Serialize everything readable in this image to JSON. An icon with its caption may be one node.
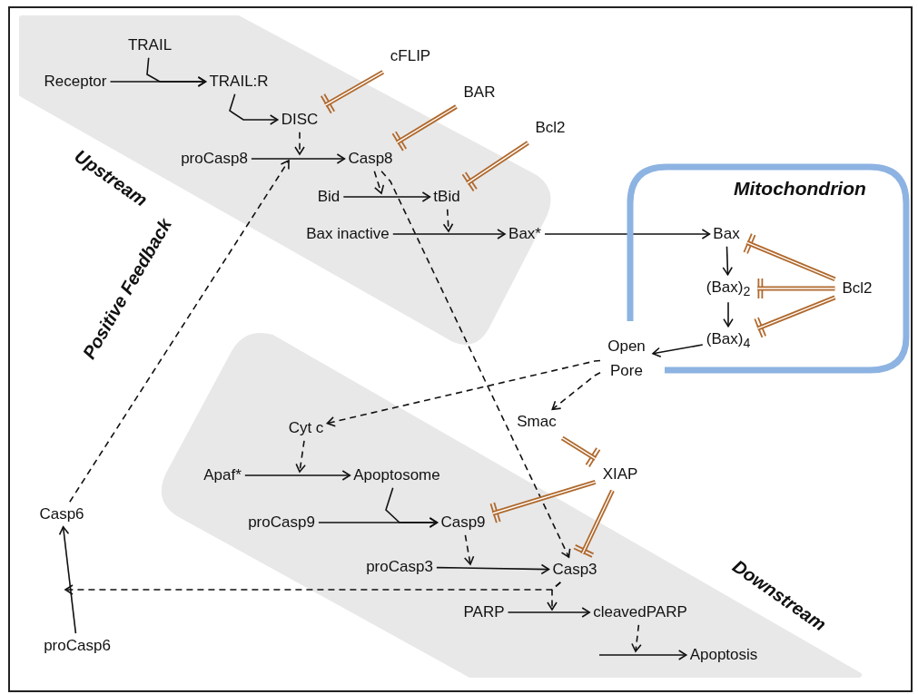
{
  "diagram": {
    "nodes": [
      {
        "text": [
          "TRAIL"
        ]
      },
      {
        "text": [
          "Receptor"
        ]
      },
      {
        "text": [
          "TRAIL:R"
        ]
      },
      {
        "text": [
          "cFLIP"
        ]
      },
      {
        "text": [
          "DISC"
        ]
      },
      {
        "text": [
          "BAR"
        ]
      },
      {
        "text": [
          "Bcl2"
        ]
      },
      {
        "text": [
          "proCasp8"
        ]
      },
      {
        "text": [
          "Casp8"
        ]
      },
      {
        "text": [
          "Bid"
        ]
      },
      {
        "text": [
          "tBid"
        ]
      },
      {
        "text": [
          "Bax inactive"
        ]
      },
      {
        "text": [
          "Bax*"
        ]
      },
      {
        "text": [
          "Mitochondrion"
        ]
      },
      {
        "text": [
          "Bax"
        ],
        "in": 13
      },
      {
        "text": [
          "(Bax)$_{2}$"
        ],
        "in": 13
      },
      {
        "text": [
          "Bcl2"
        ],
        "in": 13
      },
      {
        "text": [
          "(Bax)$_{4}$"
        ],
        "in": 13
      },
      {
        "text": [
          "Open Pore"
        ]
      },
      {
        "text": [
          "Cyt c"
        ]
      },
      {
        "text": [
          "Smac"
        ]
      },
      {
        "text": [
          "Apaf*"
        ]
      },
      {
        "text": [
          "Apoptosome"
        ]
      },
      {
        "text": [
          "XIAP"
        ]
      },
      {
        "text": [
          "proCasp9"
        ]
      },
      {
        "text": [
          "Casp9"
        ]
      },
      {
        "text": [
          "Casp6"
        ]
      },
      {
        "text": [
          "proCasp3"
        ]
      },
      {
        "text": [
          "Casp3"
        ]
      },
      {
        "text": [
          "PARP"
        ]
      },
      {
        "text": [
          "cleavedPARP"
        ]
      },
      {
        "text": [
          "Apoptosis"
        ]
      },
      {
        "text": [
          "proCasp6"
        ]
      }
    ],
    "edges": [
      {
        "from": 1,
        "to": 2,
        "arrow": "to"
      },
      {
        "from": 0,
        "to": 2,
        "arrow": "to"
      },
      {
        "from": 2,
        "to": 4,
        "arrow": "to"
      },
      {
        "from": 4,
        "to": null,
        "arrow": "to",
        "style": "dashed"
      },
      {
        "from": 7,
        "to": 8,
        "arrow": "to"
      },
      {
        "from": 26,
        "to": null,
        "arrow": "to",
        "style": "dashed"
      },
      {
        "from": 3,
        "to": 4,
        "arrow": "other",
        "style": "thick",
        "color": "#b0692d"
      },
      {
        "from": 5,
        "to": 8,
        "arrow": "other",
        "style": "thick",
        "color": "#b0692d"
      },
      {
        "from": 6,
        "to": 10,
        "arrow": "other",
        "style": "thick",
        "color": "#b0692d"
      },
      {
        "from": 8,
        "to": null,
        "arrow": "to",
        "style": "dashed"
      },
      {
        "from": 8,
        "to": 28,
        "arrow": "to",
        "style": "dashed"
      },
      {
        "from": 9,
        "to": 10,
        "arrow": "to"
      },
      {
        "from": 10,
        "to": null,
        "arrow": "to",
        "style": "dashed"
      },
      {
        "from": 11,
        "to": 12,
        "arrow": "to"
      },
      {
        "from": 12,
        "to": 14,
        "arrow": "to"
      },
      {
        "from": 14,
        "to": 15,
        "arrow": "to"
      },
      {
        "from": 15,
        "to": 17,
        "arrow": "to"
      },
      {
        "from": 16,
        "to": 14,
        "arrow": "other",
        "style": "thick",
        "color": "#b0692d"
      },
      {
        "from": 16,
        "to": 15,
        "arrow": "other",
        "style": "thick",
        "color": "#b0692d"
      },
      {
        "from": 16,
        "to": 17,
        "arrow": "other",
        "style": "thick",
        "color": "#b0692d"
      },
      {
        "from": 17,
        "to": 18,
        "arrow": "to"
      },
      {
        "from": 18,
        "to": 19,
        "arrow": "to",
        "style": "dashed"
      },
      {
        "from": 18,
        "to": 20,
        "arrow": "to",
        "style": "dashed"
      },
      {
        "from": 19,
        "to": null,
        "arrow": "to",
        "style": "dashed"
      },
      {
        "from": 21,
        "to": 22,
        "arrow": "to"
      },
      {
        "from": 20,
        "to": 23,
        "arrow": "other",
        "style": "thick",
        "color": "#b0692d"
      },
      {
        "from": 23,
        "to": 25,
        "arrow": "other",
        "style": "thick",
        "color": "#b0692d"
      },
      {
        "from": 23,
        "to": 28,
        "arrow": "other",
        "style": "thick",
        "color": "#b0692d"
      },
      {
        "from": 24,
        "to": 25,
        "arrow": "to"
      },
      {
        "from": 22,
        "to": 25,
        "arrow": "to"
      },
      {
        "from": 25,
        "to": null,
        "arrow": "to",
        "style": "dashed"
      },
      {
        "from": 27,
        "to": 28,
        "arrow": "to"
      },
      {
        "from": 28,
        "to": null,
        "arrow": "to",
        "style": "dashed"
      },
      {
        "from": 28,
        "to": null,
        "arrow": "to",
        "style": "dashed"
      },
      {
        "from": 29,
        "to": 30,
        "arrow": "to"
      },
      {
        "from": 30,
        "to": null,
        "arrow": "to",
        "style": "dashed"
      },
      {
        "from": null,
        "to": 31,
        "arrow": "to"
      },
      {
        "from": 32,
        "to": 26,
        "arrow": "to"
      }
    ],
    "labels": [
      "Upstream",
      "Positive Feedback",
      "Downstream"
    ]
  }
}
